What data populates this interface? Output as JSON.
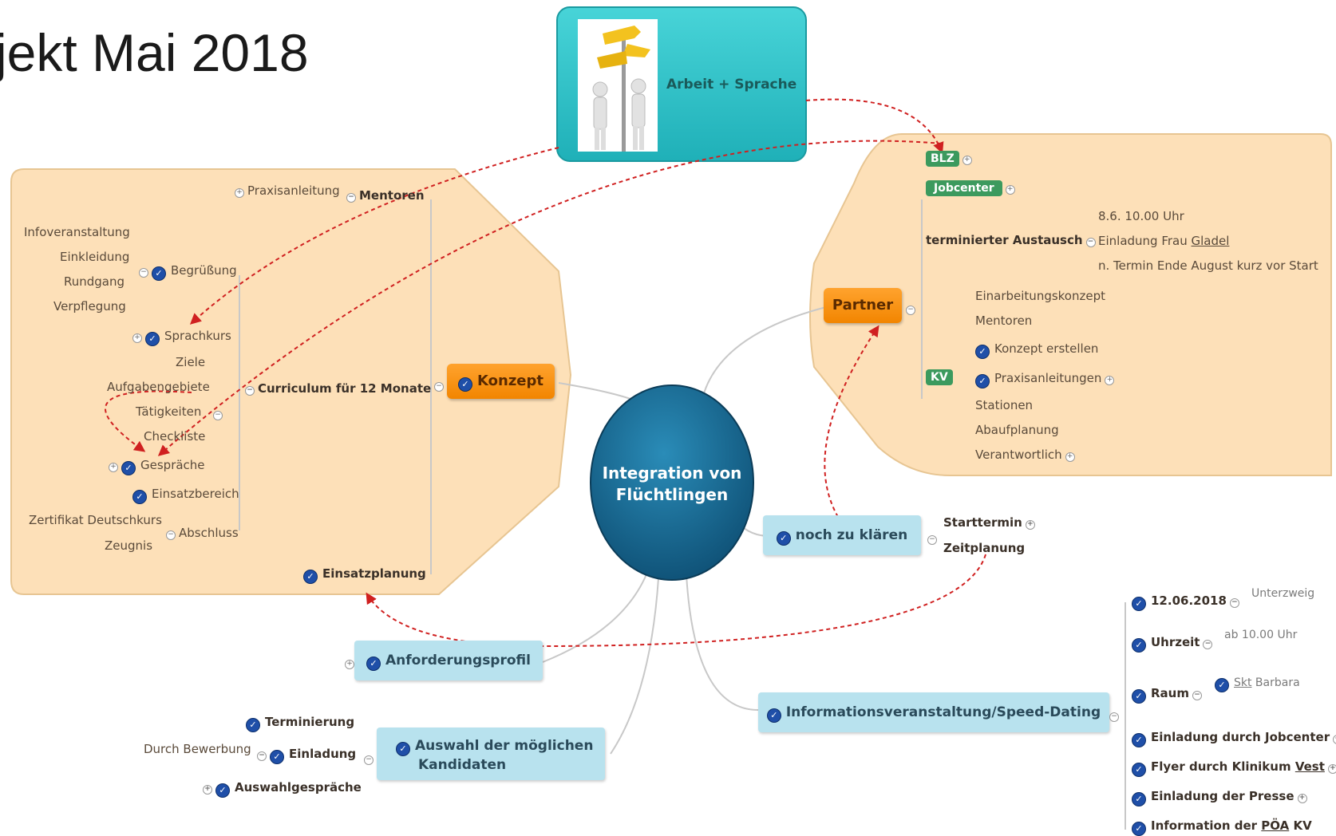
{
  "title": "jekt Mai 2018",
  "center": {
    "label": "Integration von Flüchtlingen"
  },
  "arbeit": {
    "label": "Arbeit + Sprache"
  },
  "konzept": {
    "label": "Konzept",
    "mentoren": "Mentoren",
    "praxisanleitung": "Praxisanleitung",
    "curriculum": "Curriculum für 12 Monate",
    "begruessung": "Begrüßung",
    "begruessung_items": [
      "Infoveranstaltung",
      "Einkleidung",
      "Rundgang",
      "Verpflegung"
    ],
    "sprachkurs": "Sprachkurs",
    "curriculum_items": [
      "Ziele",
      "Aufgabengebiete",
      "Tätigkeiten",
      "Checkliste"
    ],
    "gespraeche": "Gespräche",
    "einsatzbereich": "Einsatzbereich",
    "abschluss": "Abschluss",
    "abschluss_items": [
      "Zertifikat Deutschkurs",
      "Zeugnis"
    ],
    "einsatzplanung": "Einsatzplanung"
  },
  "partner": {
    "label": "Partner",
    "blz": "BLZ",
    "jobcenter": "Jobcenter",
    "austausch": "terminierter Austausch",
    "austausch_items": [
      "8.6. 10.00 Uhr",
      "Einladung Frau ",
      "Gladel",
      "n. Termin Ende August kurz vor Start"
    ],
    "kv": "KV",
    "kv_items": [
      "Einarbeitungskonzept",
      "Mentoren",
      "Konzept erstellen",
      "Praxisanleitungen",
      "Stationen",
      "Abaufplanung",
      "Verantwortlich"
    ]
  },
  "klaeren": {
    "label": "noch zu klären",
    "items": [
      "Starttermin",
      "Zeitplanung"
    ]
  },
  "anforderung": {
    "label": "Anforderungsprofil"
  },
  "auswahl": {
    "label_line1": "Auswahl der möglichen",
    "label_line2": "Kandidaten",
    "items": [
      "Terminierung",
      "Einladung",
      "Auswahlgespräche"
    ],
    "durch": "Durch Bewerbung"
  },
  "info": {
    "label": "Informationsveranstaltung/Speed-Dating",
    "datum": "12.06.2018",
    "datum_note": "Unterzweig",
    "uhrzeit": "Uhrzeit",
    "uhrzeit_note": "ab 10.00 Uhr",
    "raum": "Raum",
    "raum_note_prefix": "",
    "raum_note_link": "Skt",
    "raum_note_rest": " Barbara",
    "items": [
      "Einladung durch Jobcenter",
      "Flyer durch Klinikum ",
      "Vest",
      "Einladung der Presse",
      "Information der ",
      "PÖA",
      " KV"
    ]
  },
  "colors": {
    "orange": "#f28500",
    "peach": "#fde0b8",
    "teal": "#2ec3c8",
    "center": "#1a6f98",
    "light_blue": "#b8e2ee",
    "green": "#3c9a5e",
    "dashed_red": "#d02020"
  }
}
